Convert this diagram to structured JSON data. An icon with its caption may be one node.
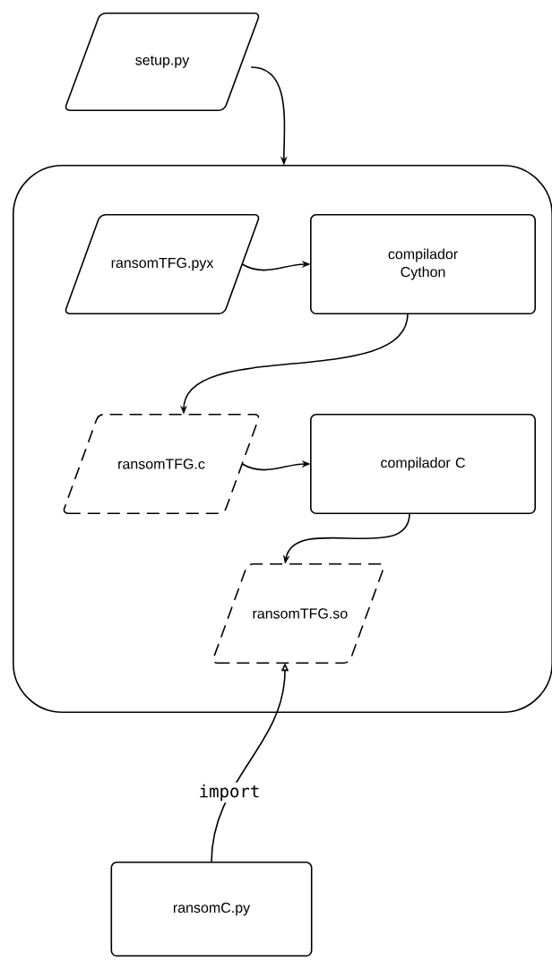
{
  "diagram": {
    "nodes": [
      {
        "text": [
          "setup.py"
        ]
      },
      {
        "text": [],
        "shape": "box"
      },
      {
        "text": [
          "ransomTFG.pyx"
        ],
        "in": 1
      },
      {
        "text": [
          "compilador Cython"
        ],
        "in": 1
      },
      {
        "text": [
          "ransomTFG.c"
        ],
        "in": 1
      },
      {
        "text": [
          "compilador C"
        ],
        "in": 1
      },
      {
        "text": [
          "ransomTFG.so"
        ],
        "in": 1
      },
      {
        "text": [
          "ransomC.py"
        ]
      }
    ],
    "edges": [
      {
        "from": 0,
        "to": 1,
        "arrow": "to"
      },
      {
        "from": 2,
        "to": 3,
        "arrow": "to"
      },
      {
        "from": 3,
        "to": 4,
        "arrow": "to"
      },
      {
        "from": 4,
        "to": 5,
        "arrow": "to"
      },
      {
        "from": 5,
        "to": 6,
        "arrow": "to"
      },
      {
        "from": 7,
        "to": 6,
        "arrow": "to",
        "label": "import"
      }
    ]
  }
}
